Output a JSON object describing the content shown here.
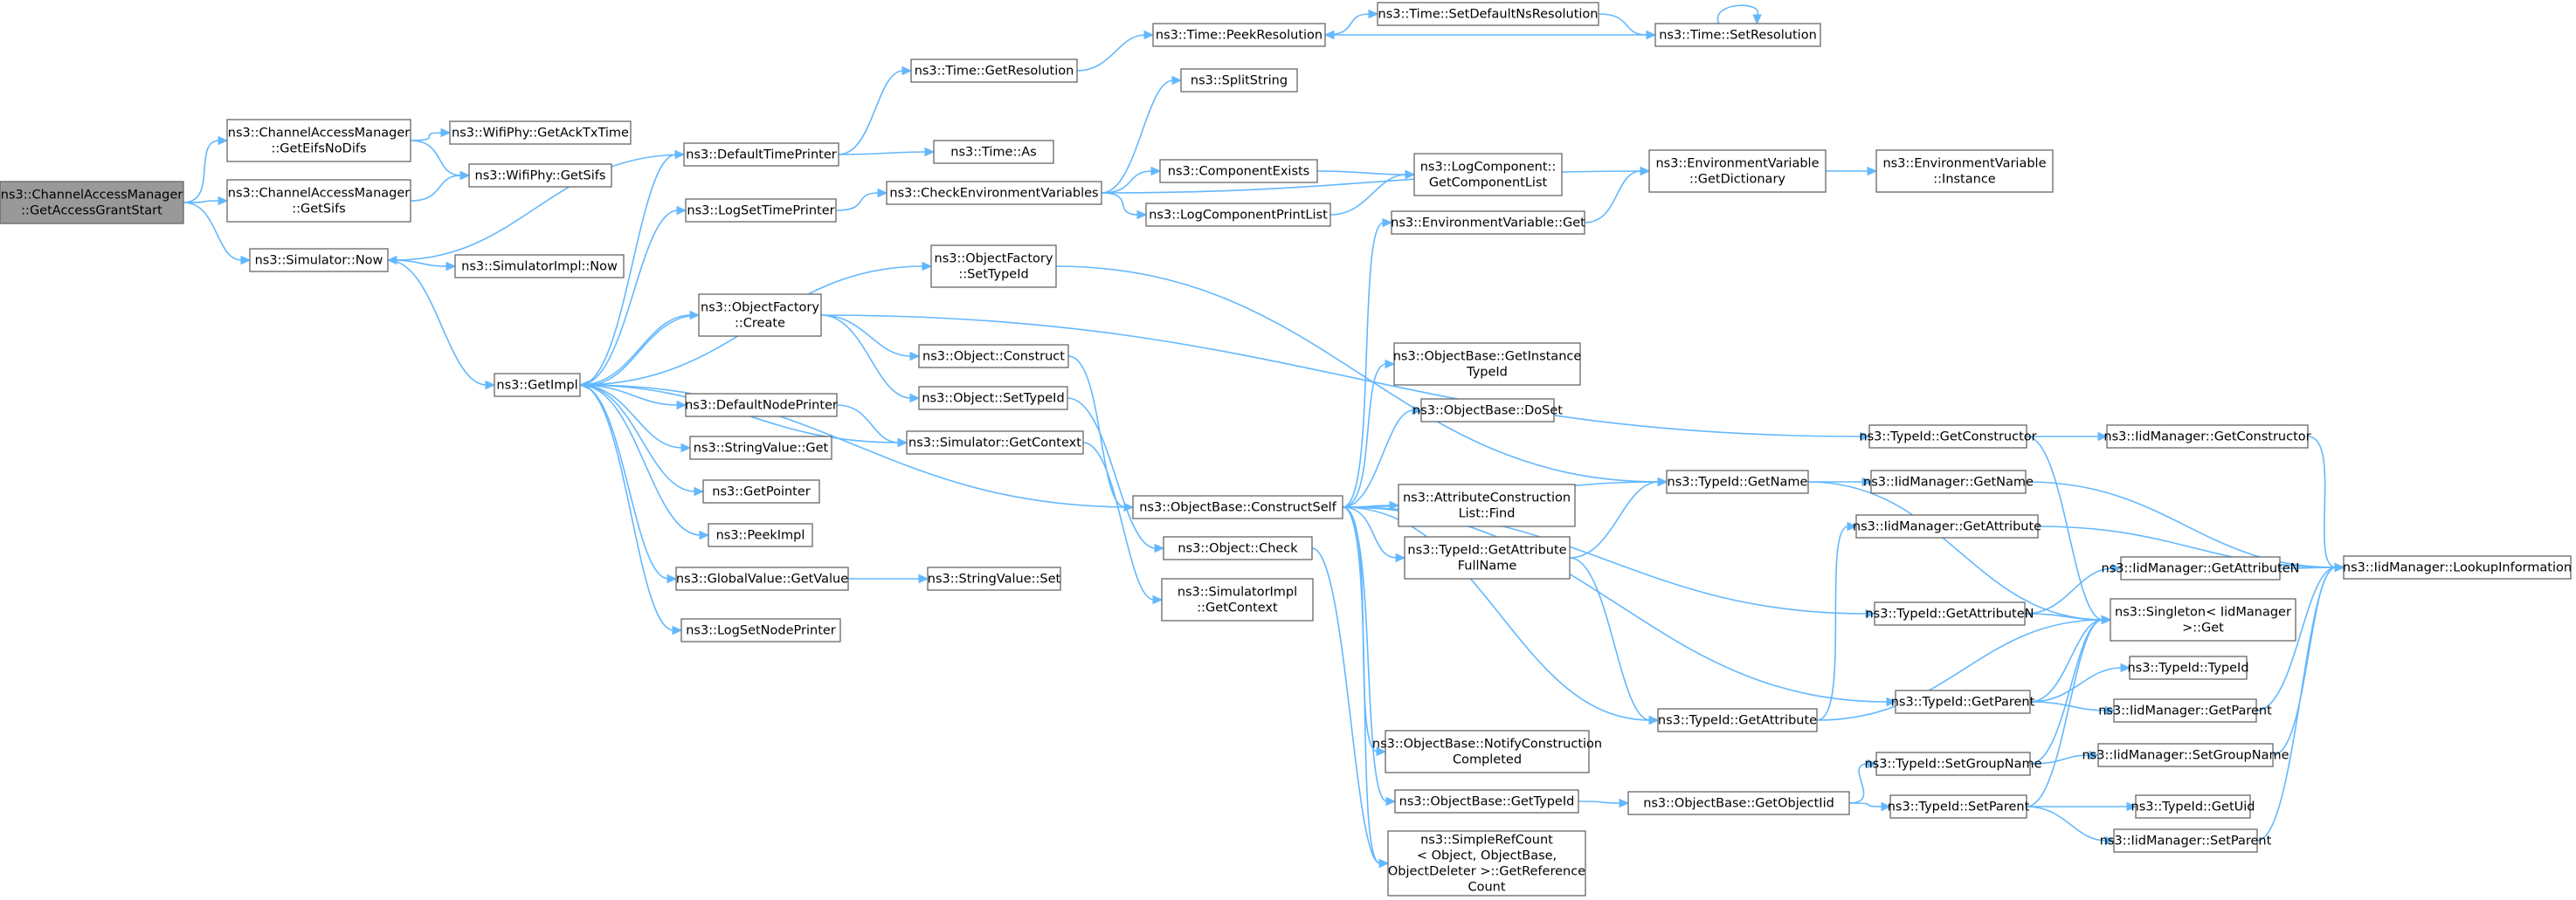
{
  "diagram": {
    "root": "n0",
    "nodes": [
      {
        "id": "n0",
        "lines": [
          "ns3::ChannelAccessManager",
          "::GetAccessGrantStart"
        ]
      },
      {
        "id": "n1",
        "lines": [
          "ns3::ChannelAccessManager",
          "::GetEifsNoDifs"
        ]
      },
      {
        "id": "n2",
        "lines": [
          "ns3::ChannelAccessManager",
          "::GetSifs"
        ]
      },
      {
        "id": "n3",
        "lines": [
          "ns3::Simulator::Now"
        ]
      },
      {
        "id": "n4",
        "lines": [
          "ns3::WifiPhy::GetAckTxTime"
        ]
      },
      {
        "id": "n5",
        "lines": [
          "ns3::WifiPhy::GetSifs"
        ]
      },
      {
        "id": "n6",
        "lines": [
          "ns3::SimulatorImpl::Now"
        ]
      },
      {
        "id": "n7",
        "lines": [
          "ns3::GetImpl"
        ]
      },
      {
        "id": "n8",
        "lines": [
          "ns3::DefaultTimePrinter"
        ]
      },
      {
        "id": "n9",
        "lines": [
          "ns3::LogSetTimePrinter"
        ]
      },
      {
        "id": "n10",
        "lines": [
          "ns3::ObjectFactory",
          "::Create"
        ]
      },
      {
        "id": "n11",
        "lines": [
          "ns3::DefaultNodePrinter"
        ]
      },
      {
        "id": "n12",
        "lines": [
          "ns3::StringValue::Get"
        ]
      },
      {
        "id": "n13",
        "lines": [
          "ns3::GetPointer"
        ]
      },
      {
        "id": "n14",
        "lines": [
          "ns3::PeekImpl"
        ]
      },
      {
        "id": "n15",
        "lines": [
          "ns3::GlobalValue::GetValue"
        ]
      },
      {
        "id": "n16",
        "lines": [
          "ns3::LogSetNodePrinter"
        ]
      },
      {
        "id": "n17",
        "lines": [
          "ns3::Time::GetResolution"
        ]
      },
      {
        "id": "n18",
        "lines": [
          "ns3::Time::As"
        ]
      },
      {
        "id": "n19",
        "lines": [
          "ns3::CheckEnvironmentVariables"
        ]
      },
      {
        "id": "n20",
        "lines": [
          "ns3::ObjectFactory",
          "::SetTypeId"
        ]
      },
      {
        "id": "n21",
        "lines": [
          "ns3::Object::Construct"
        ]
      },
      {
        "id": "n22",
        "lines": [
          "ns3::Object::SetTypeId"
        ]
      },
      {
        "id": "n23",
        "lines": [
          "ns3::Simulator::GetContext"
        ]
      },
      {
        "id": "n24",
        "lines": [
          "ns3::StringValue::Set"
        ]
      },
      {
        "id": "n25",
        "lines": [
          "ns3::Time::PeekResolution"
        ]
      },
      {
        "id": "n26",
        "lines": [
          "ns3::SplitString"
        ]
      },
      {
        "id": "n27",
        "lines": [
          "ns3::ComponentExists"
        ]
      },
      {
        "id": "n28",
        "lines": [
          "ns3::LogComponentPrintList"
        ]
      },
      {
        "id": "n29",
        "lines": [
          "ns3::ObjectBase::ConstructSelf"
        ]
      },
      {
        "id": "n30",
        "lines": [
          "ns3::Object::Check"
        ]
      },
      {
        "id": "n31",
        "lines": [
          "ns3::SimulatorImpl",
          "::GetContext"
        ]
      },
      {
        "id": "n32",
        "lines": [
          "ns3::Time::SetDefaultNsResolution"
        ]
      },
      {
        "id": "n33",
        "lines": [
          "ns3::LogComponent::",
          "GetComponentList"
        ]
      },
      {
        "id": "n34",
        "lines": [
          "ns3::EnvironmentVariable::Get"
        ]
      },
      {
        "id": "n35",
        "lines": [
          "ns3::ObjectBase::GetInstance",
          "TypeId"
        ]
      },
      {
        "id": "n36",
        "lines": [
          "ns3::ObjectBase::DoSet"
        ]
      },
      {
        "id": "n37",
        "lines": [
          "ns3::AttributeConstruction",
          "List::Find"
        ]
      },
      {
        "id": "n38",
        "lines": [
          "ns3::TypeId::GetAttribute",
          "FullName"
        ]
      },
      {
        "id": "n39",
        "lines": [
          "ns3::ObjectBase::NotifyConstruction",
          "Completed"
        ]
      },
      {
        "id": "n40",
        "lines": [
          "ns3::ObjectBase::GetTypeId"
        ]
      },
      {
        "id": "n41",
        "lines": [
          "ns3::SimpleRefCount",
          "< Object, ObjectBase,",
          "ObjectDeleter >::GetReference",
          "Count"
        ]
      },
      {
        "id": "n42",
        "lines": [
          "ns3::Time::SetResolution"
        ]
      },
      {
        "id": "n43",
        "lines": [
          "ns3::EnvironmentVariable",
          "::GetDictionary"
        ]
      },
      {
        "id": "n44",
        "lines": [
          "ns3::TypeId::GetName"
        ]
      },
      {
        "id": "n45",
        "lines": [
          "ns3::TypeId::GetAttribute"
        ]
      },
      {
        "id": "n46",
        "lines": [
          "ns3::ObjectBase::GetObjectIid"
        ]
      },
      {
        "id": "n47",
        "lines": [
          "ns3::EnvironmentVariable",
          "::Instance"
        ]
      },
      {
        "id": "n48",
        "lines": [
          "ns3::TypeId::GetConstructor"
        ]
      },
      {
        "id": "n49",
        "lines": [
          "ns3::IidManager::GetName"
        ]
      },
      {
        "id": "n50",
        "lines": [
          "ns3::IidManager::GetAttribute"
        ]
      },
      {
        "id": "n51",
        "lines": [
          "ns3::TypeId::GetAttributeN"
        ]
      },
      {
        "id": "n52",
        "lines": [
          "ns3::TypeId::GetParent"
        ]
      },
      {
        "id": "n53",
        "lines": [
          "ns3::TypeId::SetGroupName"
        ]
      },
      {
        "id": "n54",
        "lines": [
          "ns3::TypeId::SetParent"
        ]
      },
      {
        "id": "n55",
        "lines": [
          "ns3::IidManager::GetConstructor"
        ]
      },
      {
        "id": "n56",
        "lines": [
          "ns3::IidManager::GetAttributeN"
        ]
      },
      {
        "id": "n57",
        "lines": [
          "ns3::Singleton< IidManager",
          ">::Get"
        ]
      },
      {
        "id": "n58",
        "lines": [
          "ns3::TypeId::TypeId"
        ]
      },
      {
        "id": "n59",
        "lines": [
          "ns3::IidManager::GetParent"
        ]
      },
      {
        "id": "n60",
        "lines": [
          "ns3::IidManager::SetGroupName"
        ]
      },
      {
        "id": "n61",
        "lines": [
          "ns3::TypeId::GetUid"
        ]
      },
      {
        "id": "n62",
        "lines": [
          "ns3::IidManager::SetParent"
        ]
      },
      {
        "id": "n63",
        "lines": [
          "ns3::IidManager::LookupInformation"
        ]
      }
    ],
    "edges": [
      [
        "n0",
        "n1"
      ],
      [
        "n0",
        "n2"
      ],
      [
        "n0",
        "n3"
      ],
      [
        "n1",
        "n4"
      ],
      [
        "n1",
        "n5"
      ],
      [
        "n2",
        "n5"
      ],
      [
        "n3",
        "n6"
      ],
      [
        "n3",
        "n7"
      ],
      [
        "n7",
        "n8"
      ],
      [
        "n7",
        "n9"
      ],
      [
        "n7",
        "n10"
      ],
      [
        "n7",
        "n11"
      ],
      [
        "n7",
        "n12"
      ],
      [
        "n7",
        "n13"
      ],
      [
        "n7",
        "n14"
      ],
      [
        "n7",
        "n15"
      ],
      [
        "n7",
        "n16"
      ],
      [
        "n7",
        "n20"
      ],
      [
        "n7",
        "n23"
      ],
      [
        "n8",
        "n3"
      ],
      [
        "n8",
        "n17"
      ],
      [
        "n8",
        "n18"
      ],
      [
        "n9",
        "n19"
      ],
      [
        "n10",
        "n7"
      ],
      [
        "n10",
        "n21"
      ],
      [
        "n10",
        "n22"
      ],
      [
        "n10",
        "n48"
      ],
      [
        "n11",
        "n23"
      ],
      [
        "n15",
        "n24"
      ],
      [
        "n17",
        "n25"
      ],
      [
        "n19",
        "n26"
      ],
      [
        "n19",
        "n27"
      ],
      [
        "n19",
        "n28"
      ],
      [
        "n19",
        "n43"
      ],
      [
        "n20",
        "n44"
      ],
      [
        "n21",
        "n29"
      ],
      [
        "n22",
        "n30"
      ],
      [
        "n23",
        "n31"
      ],
      [
        "n25",
        "n32"
      ],
      [
        "n27",
        "n33"
      ],
      [
        "n28",
        "n33"
      ],
      [
        "n29",
        "n34"
      ],
      [
        "n29",
        "n35"
      ],
      [
        "n29",
        "n36"
      ],
      [
        "n29",
        "n37"
      ],
      [
        "n29",
        "n38"
      ],
      [
        "n29",
        "n39"
      ],
      [
        "n29",
        "n40"
      ],
      [
        "n29",
        "n41"
      ],
      [
        "n29",
        "n44"
      ],
      [
        "n29",
        "n45"
      ],
      [
        "n29",
        "n51"
      ],
      [
        "n29",
        "n52"
      ],
      [
        "n29",
        "n7"
      ],
      [
        "n30",
        "n41"
      ],
      [
        "n32",
        "n42"
      ],
      [
        "n42",
        "n25"
      ],
      [
        "n42",
        "n42"
      ],
      [
        "n34",
        "n43"
      ],
      [
        "n38",
        "n44"
      ],
      [
        "n38",
        "n45"
      ],
      [
        "n40",
        "n46"
      ],
      [
        "n43",
        "n47"
      ],
      [
        "n44",
        "n49"
      ],
      [
        "n44",
        "n57"
      ],
      [
        "n45",
        "n50"
      ],
      [
        "n45",
        "n57"
      ],
      [
        "n46",
        "n53"
      ],
      [
        "n46",
        "n54"
      ],
      [
        "n48",
        "n55"
      ],
      [
        "n48",
        "n57"
      ],
      [
        "n49",
        "n63"
      ],
      [
        "n50",
        "n63"
      ],
      [
        "n51",
        "n56"
      ],
      [
        "n51",
        "n57"
      ],
      [
        "n52",
        "n58"
      ],
      [
        "n52",
        "n59"
      ],
      [
        "n52",
        "n57"
      ],
      [
        "n53",
        "n60"
      ],
      [
        "n53",
        "n57"
      ],
      [
        "n54",
        "n61"
      ],
      [
        "n54",
        "n62"
      ],
      [
        "n54",
        "n57"
      ],
      [
        "n55",
        "n63"
      ],
      [
        "n56",
        "n63"
      ],
      [
        "n59",
        "n63"
      ],
      [
        "n60",
        "n63"
      ],
      [
        "n62",
        "n63"
      ]
    ]
  }
}
